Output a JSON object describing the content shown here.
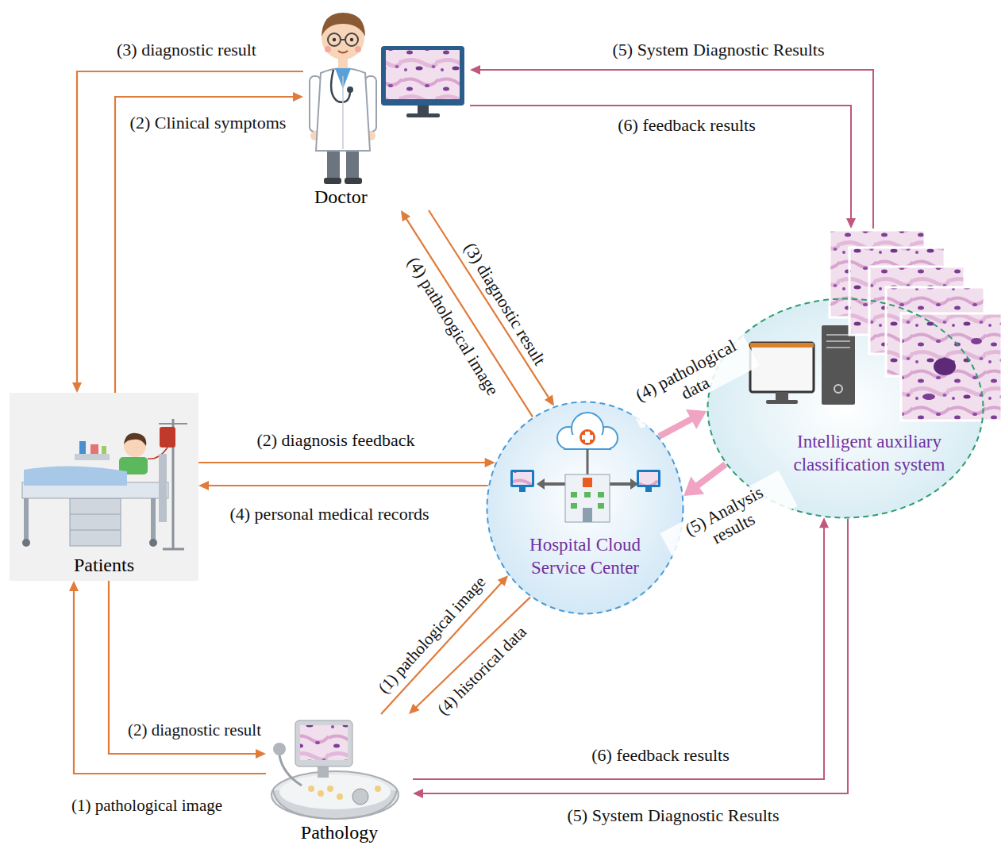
{
  "diagram": {
    "nodes": [
      {
        "text": [
          "Doctor"
        ]
      },
      {
        "text": [
          "Patients"
        ]
      },
      {
        "text": [
          "Hospital Cloud Service Center"
        ]
      },
      {
        "text": [
          "Intelligent auxiliary classification system"
        ]
      },
      {
        "text": [
          "Pathology"
        ]
      }
    ],
    "edges": [
      {
        "from": 0,
        "to": 1,
        "arrow": "to",
        "label": "(3) diagnostic result"
      },
      {
        "from": 1,
        "to": 0,
        "arrow": "to",
        "label": "(2) Clinical symptoms"
      },
      {
        "from": 3,
        "to": 0,
        "arrow": "to",
        "label": "(5) System Diagnostic Results"
      },
      {
        "from": 0,
        "to": 3,
        "arrow": "to",
        "label": "(6) feedback results"
      },
      {
        "from": 2,
        "to": 0,
        "arrow": "to",
        "label": "(4) pathological image"
      },
      {
        "from": 0,
        "to": 2,
        "arrow": "to",
        "label": "(3) diagnostic result"
      },
      {
        "from": 1,
        "to": 2,
        "arrow": "to",
        "label": "(2) diagnosis feedback"
      },
      {
        "from": 2,
        "to": 1,
        "arrow": "to",
        "label": "(4) personal medical records"
      },
      {
        "from": 2,
        "to": 3,
        "arrow": "to",
        "label": "(4) pathological data"
      },
      {
        "from": 3,
        "to": 2,
        "arrow": "to",
        "label": "(5) Analysis results"
      },
      {
        "from": 4,
        "to": 2,
        "arrow": "to",
        "label": "(1) pathological image"
      },
      {
        "from": 2,
        "to": 4,
        "arrow": "to",
        "label": "(4) historical data"
      },
      {
        "from": 1,
        "to": 4,
        "arrow": "to",
        "label": "(2) diagnostic result"
      },
      {
        "from": 4,
        "to": 1,
        "arrow": "to",
        "label": "(1) pathological image"
      },
      {
        "from": 4,
        "to": 3,
        "arrow": "to",
        "label": "(6) feedback results"
      },
      {
        "from": 3,
        "to": 4,
        "arrow": "to",
        "label": "(5) System Diagnostic Results"
      }
    ]
  }
}
